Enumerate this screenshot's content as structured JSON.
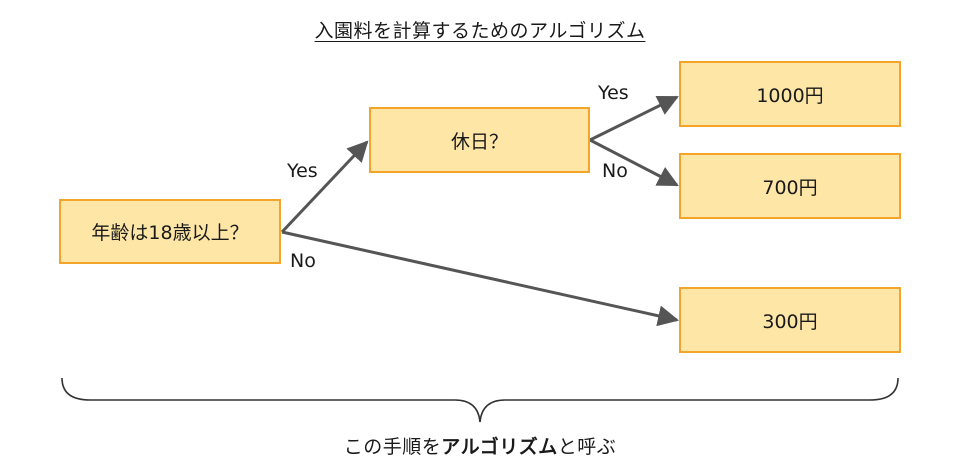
{
  "title": "入園料を計算するためのアルゴリズム",
  "nodes": {
    "age_question": "年齢は18歳以上？",
    "holiday_question": "休日？",
    "price_1000": "1000円",
    "price_700": "700円",
    "price_300": "300円"
  },
  "edges": {
    "age_yes": "Yes",
    "age_no": "No",
    "holiday_yes": "Yes",
    "holiday_no": "No"
  },
  "caption": {
    "prefix": "この手順を",
    "emphasis": "アルゴリズム",
    "suffix": "と呼ぶ"
  },
  "colors": {
    "box_fill": "#fde6a6",
    "box_border": "#f2a52a",
    "arrow": "#555555"
  }
}
